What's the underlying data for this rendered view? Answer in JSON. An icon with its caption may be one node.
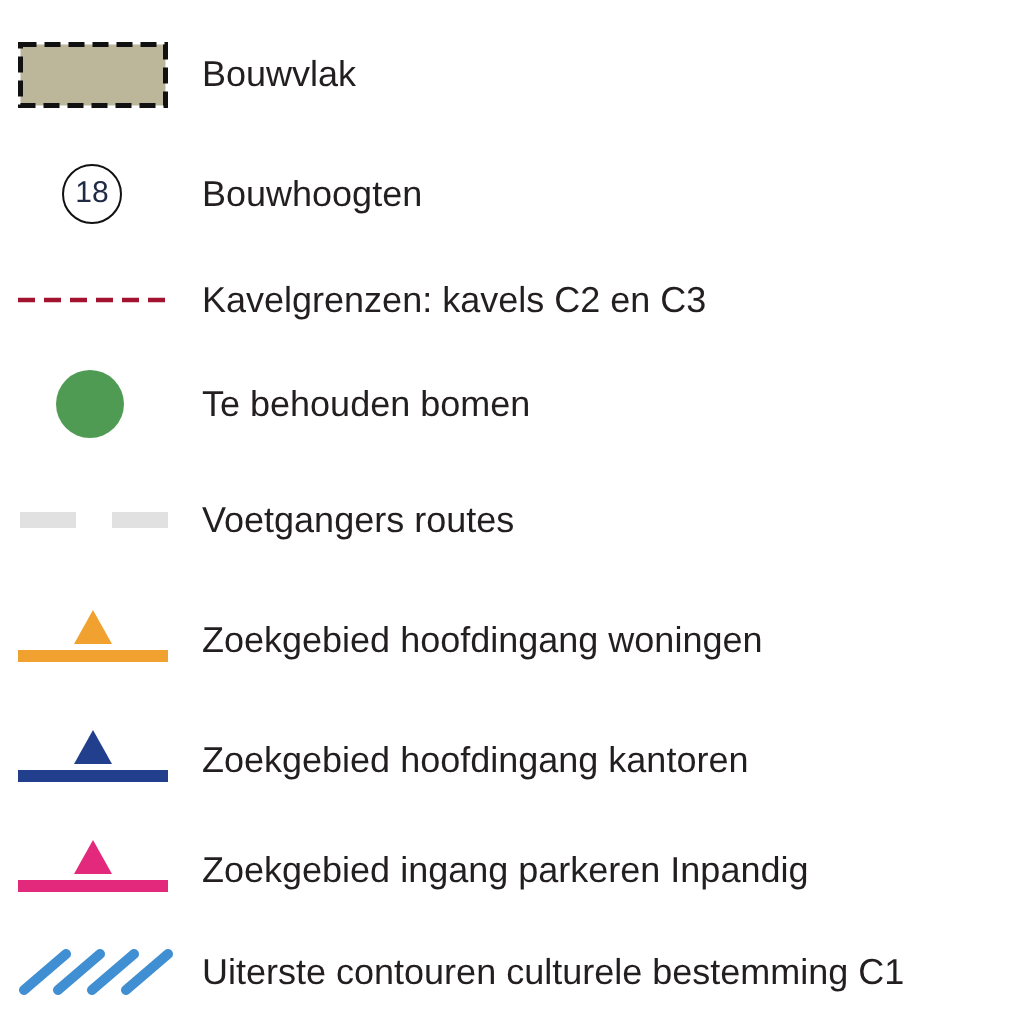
{
  "diagram": {
    "labels": [
      "18"
    ],
    "legend": [
      {
        "text": "Bouwvlak",
        "color": "#bcb79b"
      },
      {
        "text": "Bouwhoogten"
      },
      {
        "text": "Kavelgrenzen: kavels C2 en C3"
      },
      {
        "text": "Te behouden bomen",
        "color": "#4f9b53"
      },
      {
        "text": "Voetgangers routes"
      },
      {
        "text": "Zoekgebied hoofdingang woningen"
      },
      {
        "text": "Zoekgebied hoofdingang kantoren"
      },
      {
        "text": "Zoekgebied ingang parkeren Inpandig"
      },
      {
        "text": "Uiterste contouren culturele bestemming C1"
      }
    ]
  }
}
